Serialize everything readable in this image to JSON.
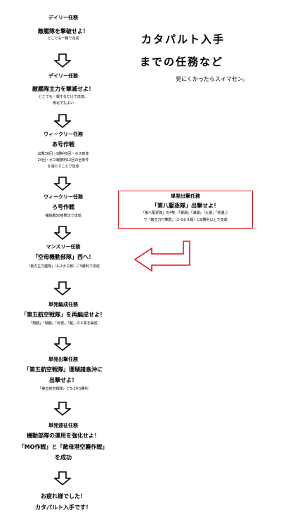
{
  "steps": [
    {
      "type": "デイリー任務",
      "title": "敵艦隊を撃破せよ！",
      "notes": [
        "どこでも一勝で達成"
      ]
    },
    {
      "type": "デイリー任務",
      "title": "敵艦隊主力を撃滅せよ！",
      "notes": [
        "どこでも一戦するだけで達成。",
        "敗北でもよい"
      ]
    },
    {
      "type": "ウィークリー任務",
      "title": "あ号作戦",
      "notes": [
        "出撃36回・S勝利6回・ボス到達",
        "24回・ボス戦勝利12回の全条件",
        "を満たすことで達成"
      ]
    },
    {
      "type": "ウィークリー任務",
      "title": "ろ号作戦",
      "notes": [
        "補給艦50隻撃沈で達成"
      ]
    },
    {
      "type": "マンスリー任務",
      "title": "「空母機動部隊」西へ！",
      "notes": [
        "「東方主力艦隊」（4-2ボス戦）にS勝利で達成"
      ]
    },
    {
      "type": "単発編成任務",
      "title": "「第五航空戦隊」を再編成せよ！",
      "notes": [
        "「翔鶴」「瑞鶴」「秋雲」「朧」の４隻を編成"
      ]
    },
    {
      "type": "単発出撃任務",
      "title_lines": [
        "「第五航空戦隊」珊瑚諸島沖に",
        "出撃せよ！"
      ],
      "notes": [
        "「第五航空戦隊」で5-2をS勝利"
      ]
    },
    {
      "type": "単発遠征任務",
      "title_lines": [
        "機動部隊の運用を強化せよ！",
        "「MO作戦」と「敵母港空襲作戦」",
        "を成功"
      ]
    }
  ],
  "final": [
    "お疲れ様でした！",
    "カタパルト入手です！"
  ],
  "heading": [
    "カタパルト入手",
    "までの任務など"
  ],
  "subheading": "見にくかったらスイマセン。",
  "side_box": {
    "type": "単発出撃任務",
    "title": "「第八駆逐隊」出撃せよ！",
    "notes": [
      "「第八駆逐隊」の4隻（「朝潮」「満潮」「大潮」「荒潮」）",
      "で「敵主力打撃群」（2-3ボス戦）にB勝利以上で達成"
    ]
  },
  "colors": {
    "accent": "#e8141b"
  }
}
